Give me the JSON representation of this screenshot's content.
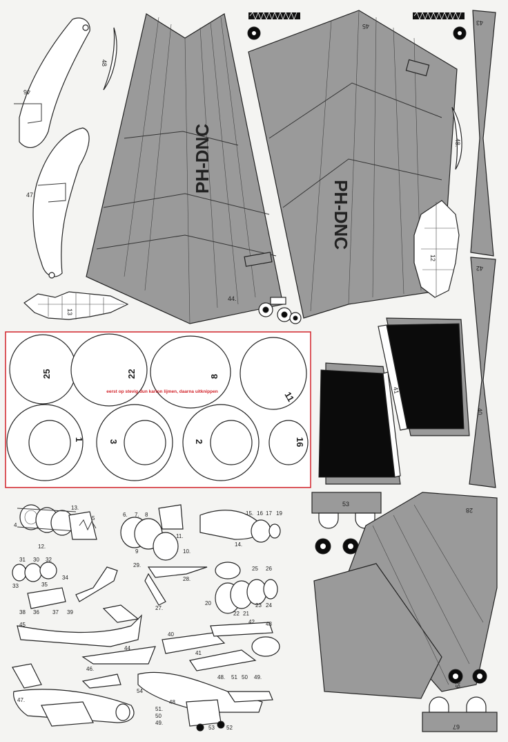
{
  "registration_left": "PH-DNC",
  "registration_right": "PH-DNC",
  "circle_note": "eerst op stevig dun karton lijmen, daarna uitknippen",
  "circle_labels": [
    "25",
    "22",
    "8",
    "11",
    "1",
    "3",
    "2",
    "16"
  ],
  "part_labels": {
    "p44": "44.",
    "p45": "45",
    "p46": "46",
    "p47": "47.",
    "p48a": "48",
    "p48b": "48.",
    "p12": "12",
    "p13": "13",
    "p41": "41",
    "p40": "40.",
    "p43": "43",
    "p42": "42",
    "p53": "53",
    "p28": "28",
    "p29": "29",
    "p67": "67"
  },
  "diagram_labels": {
    "d13": "13.",
    "d4": "4",
    "d5": "5",
    "d12": "12.",
    "d6": "6.",
    "d7": "7.",
    "d8": "8",
    "d11": "11.",
    "d9": "9",
    "d10": "10.",
    "d15": "15.",
    "d16": "16",
    "d17": "17",
    "d19": "19",
    "d14": "14.",
    "d31": "31",
    "d30": "30",
    "d32": "32",
    "d34": "34",
    "d33": "33",
    "d35": "35",
    "d38": "38",
    "d36": "36",
    "d37": "37",
    "d39": "39",
    "d29": "29.",
    "d28": "28.",
    "d27": "27.",
    "d25": "25",
    "d26": "26",
    "d20": "20",
    "d22": "22",
    "d21": "21",
    "d23": "23",
    "d24": "24",
    "d45": "45",
    "d44": "44",
    "d40": "40",
    "d42": "42",
    "d43": "43",
    "d41": "41",
    "d46": "46.",
    "d47": "47.",
    "d54": "54",
    "d48": "48",
    "d51": "51.",
    "d50": "50",
    "d49": "49.",
    "d53": "53",
    "d52": "52",
    "d48b": "48.",
    "d51b": "51",
    "d50b": "50",
    "d49b": "49."
  }
}
